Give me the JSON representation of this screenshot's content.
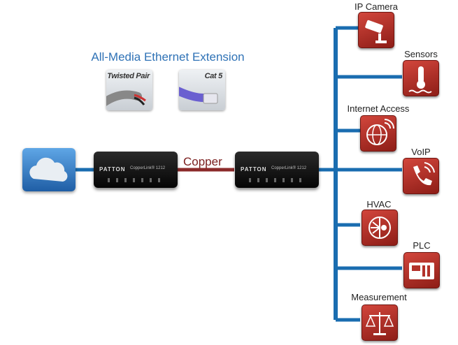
{
  "heading": "All-Media Ethernet Extension",
  "media_cards": [
    {
      "label": "Twisted Pair"
    },
    {
      "label": "Cat 5"
    }
  ],
  "link_label": "Copper",
  "modems": [
    {
      "brand": "PATTON",
      "model": "CopperLink® 1212"
    },
    {
      "brand": "PATTON",
      "model": "CopperLink® 1212"
    }
  ],
  "devices": [
    {
      "label": "IP Camera",
      "icon": "camera-icon"
    },
    {
      "label": "Sensors",
      "icon": "thermometer-icon"
    },
    {
      "label": "Internet Access",
      "icon": "globe-icon"
    },
    {
      "label": "VoIP",
      "icon": "phone-icon"
    },
    {
      "label": "HVAC",
      "icon": "hvac-icon"
    },
    {
      "label": "PLC",
      "icon": "plc-icon"
    },
    {
      "label": "Measurement",
      "icon": "scale-icon"
    }
  ],
  "colors": {
    "ethernet": "#1a6db0",
    "copper": "#8b2a2a",
    "icon_red": "#b3322b",
    "heading": "#2f72b6"
  }
}
